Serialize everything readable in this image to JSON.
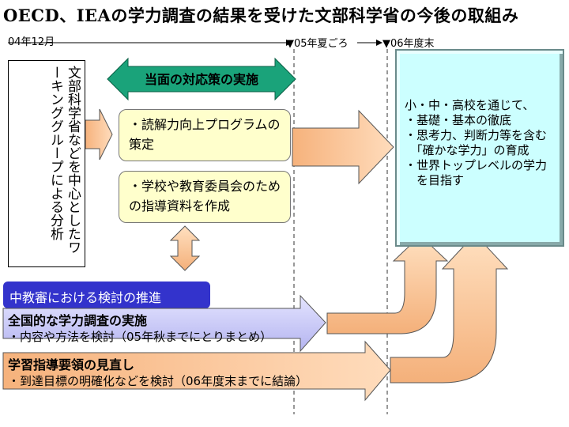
{
  "title": "OECD、IEAの学力調査の結果を受けた文部科学省の今後の取組み",
  "timeline": {
    "start": "04年12月",
    "mid": "▼05年夏ごろ",
    "end": "▼06年度末"
  },
  "working_group_text": "文部科学省などを中心としたワーキンググループによる分析",
  "current_measures_label": "当面の対応策の実施",
  "measure_1": "・読解力向上プログラムの策定",
  "measure_2": "・学校や教育委員会のための指導資料を作成",
  "council_label": "中教審における検討の推進",
  "survey": {
    "heading": "全国的な学力調査の実施",
    "detail": "・内容や方法を検討（05年秋までにとりまとめ）"
  },
  "guideline": {
    "heading": "学習指導要領の見直し",
    "detail": "・到達目標の明確化などを検討（06年度末までに結論）"
  },
  "goal": {
    "lines": [
      "小・中・高校を通じて、",
      "・基礎・基本の徹底",
      "・思考力、判断力等を含む",
      "　「確かな学力」の育成",
      "・世界トップレベルの学力",
      "　を目指す"
    ]
  },
  "colors": {
    "teal_arrow": "#1aa37a",
    "light_yellow": "#ffffcc",
    "peach": "#ffcc99",
    "lavender": "#ccccff",
    "council_blue": "#3333cc",
    "goal_box": "#ccffff"
  }
}
